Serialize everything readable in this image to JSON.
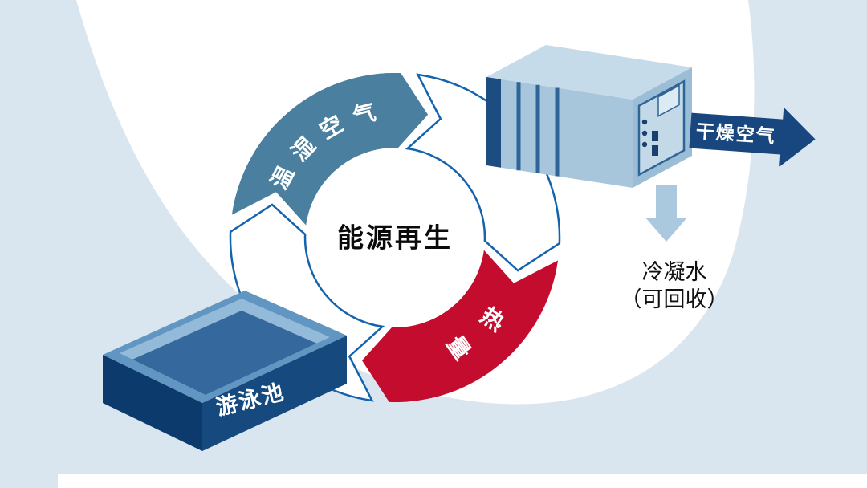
{
  "colors": {
    "background": "#d9e6ef",
    "swoosh": "#ffffff",
    "ring_outline": "#1463ae",
    "humid_segment_fill": "#4a7f9f",
    "heat_segment_fill": "#c40c2e",
    "machine_body": "#a7c6dc",
    "machine_top": "#c6dbe9",
    "machine_detail_navy": "#2e6497",
    "dry_air_arrow": "#17477e",
    "condensate_arrow": "#aac8de",
    "pool_front": "#0d3a6c",
    "pool_rim": "#6096c1"
  },
  "cycle": {
    "center_label": "能源再生",
    "humid_air_label": "温湿空气",
    "humid_chars": [
      "温",
      "湿",
      "空",
      "气"
    ],
    "heat_label": "热量",
    "heat_chars": [
      "热",
      "量"
    ]
  },
  "dry_air": {
    "label": "干燥空气"
  },
  "condensate": {
    "line1": "冷凝水",
    "line2": "（可回收）"
  },
  "pool": {
    "label": "游泳池"
  }
}
